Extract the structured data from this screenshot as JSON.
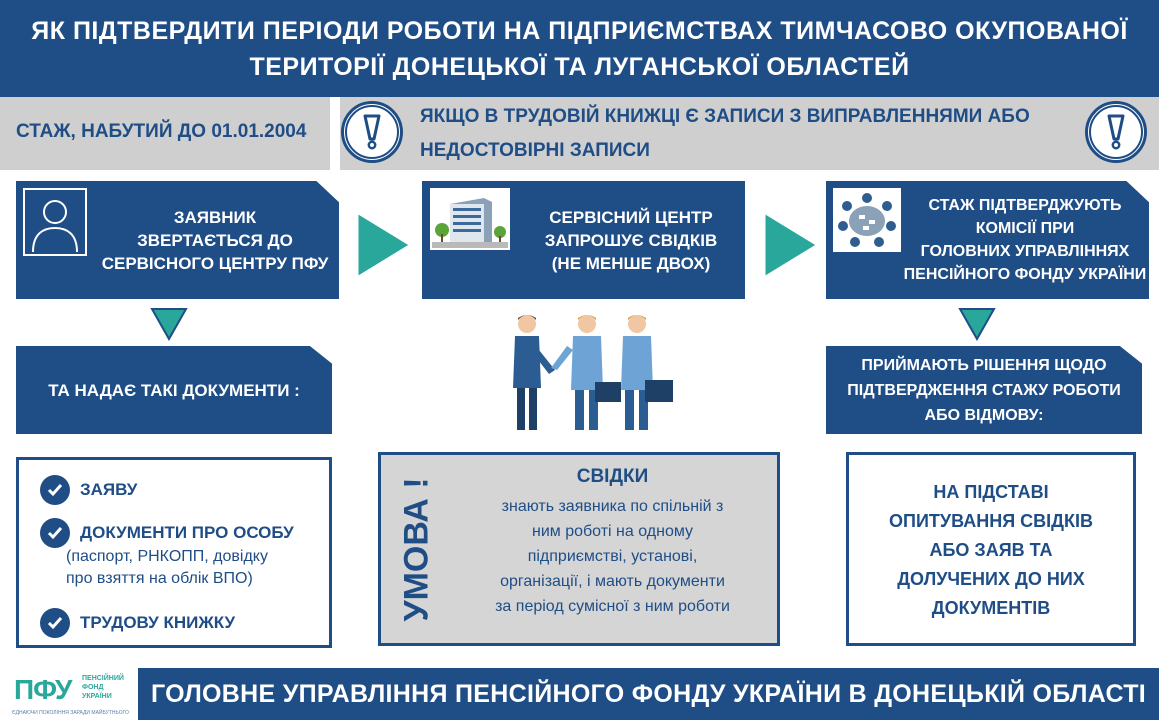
{
  "header": {
    "title_line1": "ЯК ПІДТВЕРДИТИ ПЕРІОДИ РОБОТИ НА ПІДПРИЄМСТВАХ ТИМЧАСОВО ОКУПОВАНОЇ",
    "title_line2": "ТЕРИТОРІЇ ДОНЕЦЬКОЇ  ТА  ЛУГАНСЬКОЇ  ОБЛАСТЕЙ"
  },
  "banner": {
    "left_text": "СТАЖ, НАБУТИЙ ДО 01.01.2004",
    "right_line1": "ЯКЩО В ТРУДОВІЙ КНИЖЦІ Є ЗАПИСИ З ВИПРАВЛЕННЯМИ АБО",
    "right_line2": "НЕДОСТОВІРНІ ЗАПИСИ"
  },
  "steps": [
    {
      "lines": [
        "ЗАЯВНИК",
        "ЗВЕРТАЄТЬСЯ ДО",
        "СЕРВІСНОГО ЦЕНТРУ ПФУ"
      ]
    },
    {
      "lines": [
        "СЕРВІСНИЙ ЦЕНТР",
        "ЗАПРОШУЄ  СВІДКІВ",
        "(НЕ МЕНШЕ ДВОХ)"
      ]
    },
    {
      "lines": [
        "СТАЖ ПІДТВЕРДЖУЮТЬ",
        "КОМІСІЇ ПРИ",
        "ГОЛОВНИХ УПРАВЛІННЯХ",
        "ПЕНСІЙНОГО ФОНДУ УКРАЇНИ"
      ]
    }
  ],
  "documents": {
    "heading": "ТА НАДАЄ ТАКІ ДОКУМЕНТИ :",
    "item1": "ЗАЯВУ",
    "item2": "ДОКУМЕНТИ ПРО ОСОБУ",
    "item2_sub1": "(паспорт, РНКОПП, довідку",
    "item2_sub2": "про взяття на облік ВПО)",
    "item3": "ТРУДОВУ КНИЖКУ"
  },
  "condition": {
    "label": "УМОВА !",
    "heading": "СВІДКИ",
    "lines": [
      "знають заявника по спільній з",
      "ним  роботі на одному",
      "підприємстві, установі,",
      "організації, і мають документи",
      "за період сумісної з ним  роботи"
    ]
  },
  "decision": {
    "lines": [
      "ПРИЙМАЮТЬ РІШЕННЯ ЩОДО",
      "ПІДТВЕРДЖЕННЯ СТАЖУ РОБОТИ",
      "АБО ВІДМОВУ:"
    ],
    "basis": [
      "НА ПІДСТАВІ",
      "ОПИТУВАННЯ СВІДКІВ",
      "АБО ЗАЯВ ТА",
      "ДОЛУЧЕНИХ ДО НИХ",
      "ДОКУМЕНТІВ"
    ]
  },
  "logo": {
    "mark": "ПФУ",
    "name_line1": "ПЕНСІЙНИЙ",
    "name_line2": "ФОНД",
    "name_line3": "УКРАЇНИ",
    "slogan": "ЄДНАЮЧИ ПОКОЛІННЯ ЗАРАДИ МАЙБУТНЬОГО"
  },
  "footer": {
    "text": "ГОЛОВНЕ УПРАВЛІННЯ ПЕНСІЙНОГО ФОНДУ УКРАЇНИ В ДОНЕЦЬКІЙ ОБЛАСТІ"
  },
  "colors": {
    "navy": "#1f4d86",
    "teal": "#2aa79b",
    "gray": "#cfcfcf"
  }
}
